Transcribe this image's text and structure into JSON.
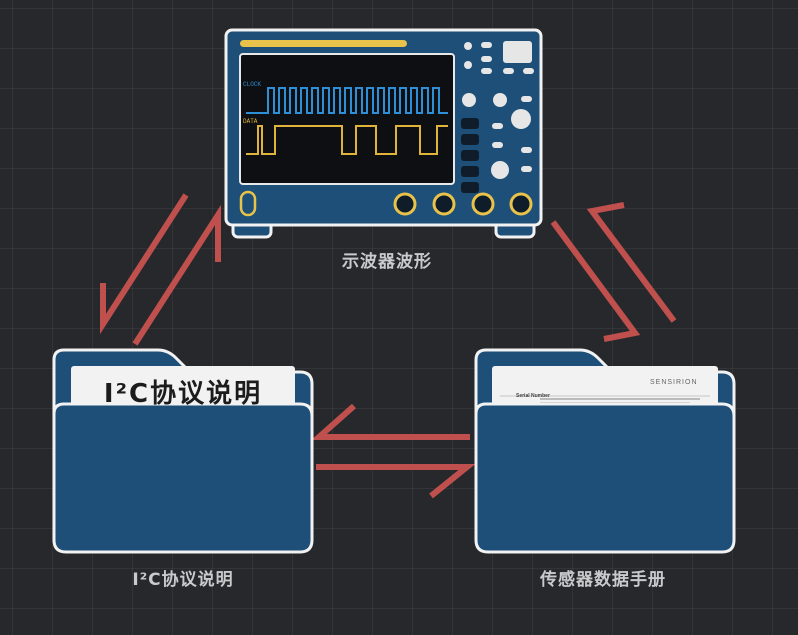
{
  "nodes": {
    "oscilloscope": {
      "caption": "示波器波形",
      "channels": [
        {
          "name": "CLOCK",
          "color": "#2f8fd6"
        },
        {
          "name": "DATA",
          "color": "#e0b43a"
        }
      ]
    },
    "i2c_doc": {
      "caption": "I²C协议说明",
      "sheet_title": "I²C协议说明"
    },
    "datasheet": {
      "caption": "传感器数据手册",
      "brand": "SENSIRION",
      "section": "Serial Number"
    }
  },
  "colors": {
    "background": "#26282b",
    "panel": "#1d4f78",
    "outline": "#f4f4f4",
    "arrow": "#c0504d",
    "knob": "#e8c24a",
    "caption": "#c9cacb"
  }
}
